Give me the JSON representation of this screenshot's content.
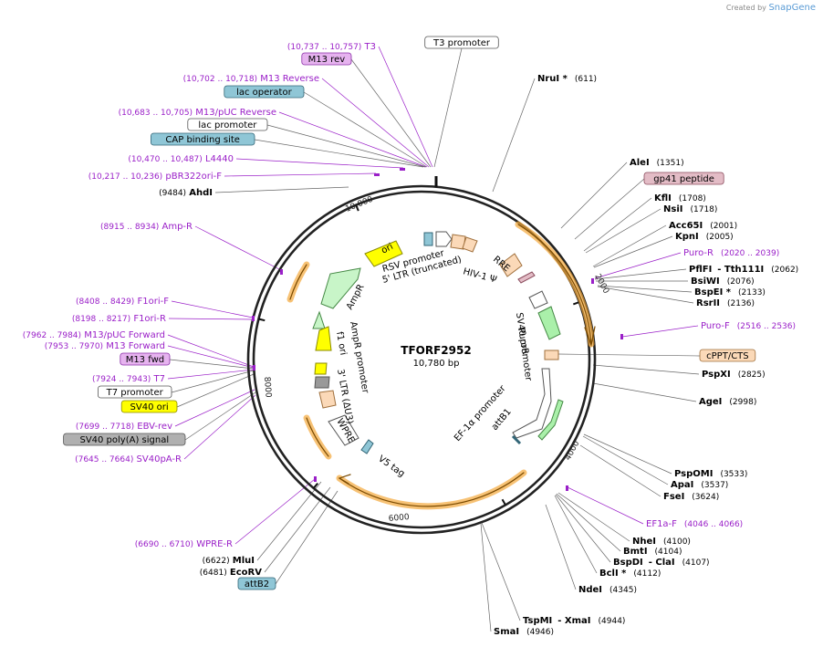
{
  "credit": {
    "prefix": "Created by",
    "brand": "SnapGene"
  },
  "plasmid": {
    "name": "TFORF2952",
    "size_label": "10,780 bp",
    "length": 10780
  },
  "ruler": [
    {
      "pos": 2000,
      "label": "2000"
    },
    {
      "pos": 4000,
      "label": "4000"
    },
    {
      "pos": 6000,
      "label": "6000"
    },
    {
      "pos": 8000,
      "label": "8000"
    },
    {
      "pos": 10000,
      "label": "10,000"
    }
  ],
  "site_labels": [
    {
      "id": "t3-primer",
      "pre": "(10,737 .. 10,757)",
      "name": "T3",
      "kind": "primer"
    },
    {
      "id": "m13rev",
      "name": "M13 rev",
      "kind": "box",
      "fill": "#e6b3ef",
      "stroke": "#8a2fa8"
    },
    {
      "id": "m13reverse",
      "pre": "(10,702 .. 10,718)",
      "name": "M13 Reverse",
      "kind": "primer"
    },
    {
      "id": "lacop",
      "name": "lac operator",
      "kind": "box",
      "fill": "#8fc6d6",
      "stroke": "#336677"
    },
    {
      "id": "m13puc-rev",
      "pre": "(10,683 .. 10,705)",
      "name": "M13/pUC Reverse",
      "kind": "primer"
    },
    {
      "id": "lacprom",
      "name": "lac promoter",
      "kind": "box",
      "fill": "#ffffff",
      "stroke": "#555555"
    },
    {
      "id": "cap",
      "name": "CAP binding site",
      "kind": "box",
      "fill": "#8fc6d6",
      "stroke": "#336677"
    },
    {
      "id": "l4440",
      "pre": "(10,470 .. 10,487)",
      "name": "L4440",
      "kind": "primer"
    },
    {
      "id": "pbr",
      "pre": "(10,217 .. 10,236)",
      "name": "pBR322ori-F",
      "kind": "primer"
    },
    {
      "id": "ahdi",
      "pre": "(9484)",
      "name": "AhdI",
      "kind": "enzyme"
    },
    {
      "id": "ampr-primer",
      "pre": "(8915 .. 8934)",
      "name": "Amp-R",
      "kind": "primer"
    },
    {
      "id": "f1ori-f",
      "pre": "(8408 .. 8429)",
      "name": "F1ori-F",
      "kind": "primer"
    },
    {
      "id": "f1ori-r",
      "pre": "(8198 .. 8217)",
      "name": "F1ori-R",
      "kind": "primer"
    },
    {
      "id": "m13puc-fwd",
      "pre": "(7962 .. 7984)",
      "name": "M13/pUC Forward",
      "kind": "primer"
    },
    {
      "id": "m13forward",
      "pre": "(7953 .. 7970)",
      "name": "M13 Forward",
      "kind": "primer"
    },
    {
      "id": "m13fwd",
      "name": "M13 fwd",
      "kind": "box",
      "fill": "#e6b3ef",
      "stroke": "#8a2fa8"
    },
    {
      "id": "t7",
      "pre": "(7924 .. 7943)",
      "name": "T7",
      "kind": "primer"
    },
    {
      "id": "t7prom",
      "name": "T7 promoter",
      "kind": "box",
      "fill": "#ffffff",
      "stroke": "#555555"
    },
    {
      "id": "sv40ori",
      "name": "SV40 ori",
      "kind": "box",
      "fill": "#ffff00",
      "stroke": "#8a8a00"
    },
    {
      "id": "ebvrev",
      "pre": "(7699 .. 7718)",
      "name": "EBV-rev",
      "kind": "primer"
    },
    {
      "id": "sv40pa",
      "name": "SV40 poly(A) signal",
      "kind": "box",
      "fill": "#b0b0b0",
      "stroke": "#555555"
    },
    {
      "id": "sv40par",
      "pre": "(7645 .. 7664)",
      "name": "SV40pA-R",
      "kind": "primer"
    },
    {
      "id": "wprer",
      "pre": "(6690 .. 6710)",
      "name": "WPRE-R",
      "kind": "primer"
    },
    {
      "id": "mlui",
      "pre": "(6622)",
      "name": "MluI",
      "kind": "enzyme"
    },
    {
      "id": "ecorv",
      "pre": "(6481)",
      "name": "EcoRV",
      "kind": "enzyme"
    },
    {
      "id": "attb2",
      "name": "attB2",
      "kind": "box",
      "fill": "#8fc6d6",
      "stroke": "#336677"
    },
    {
      "id": "t3prom",
      "name": "T3 promoter",
      "kind": "box",
      "fill": "#ffffff",
      "stroke": "#555555"
    },
    {
      "id": "nrui",
      "name": "NruI *",
      "post": "(611)",
      "kind": "enzyme"
    },
    {
      "id": "alei",
      "name": "AleI",
      "post": "(1351)",
      "kind": "enzyme"
    },
    {
      "id": "gp41",
      "name": "gp41 peptide",
      "kind": "box",
      "fill": "#e3bcc6",
      "stroke": "#8a4b5c"
    },
    {
      "id": "kfli",
      "name": "KflI",
      "post": "(1708)",
      "kind": "enzyme"
    },
    {
      "id": "nsii",
      "name": "NsiI",
      "post": "(1718)",
      "kind": "enzyme"
    },
    {
      "id": "acc65i",
      "name": "Acc65I",
      "post": "(2001)",
      "kind": "enzyme"
    },
    {
      "id": "kpni",
      "name": "KpnI",
      "post": "(2005)",
      "kind": "enzyme"
    },
    {
      "id": "puror",
      "name": "Puro-R",
      "post": "(2020 .. 2039)",
      "kind": "primer"
    },
    {
      "id": "pflfi",
      "name": "PflFI",
      "mid": "- Tth111I",
      "post": "(2062)",
      "kind": "enzyme"
    },
    {
      "id": "bsiwi",
      "name": "BsiWI",
      "post": "(2076)",
      "kind": "enzyme"
    },
    {
      "id": "bspei",
      "name": "BspEI *",
      "post": "(2133)",
      "kind": "enzyme"
    },
    {
      "id": "rsrii",
      "name": "RsrII",
      "post": "(2136)",
      "kind": "enzyme"
    },
    {
      "id": "purof",
      "name": "Puro-F",
      "post": "(2516 .. 2536)",
      "kind": "primer"
    },
    {
      "id": "cppt",
      "name": "cPPT/CTS",
      "kind": "box",
      "fill": "#fbd9b8",
      "stroke": "#a0703d"
    },
    {
      "id": "pspxi",
      "name": "PspXI",
      "post": "(2825)",
      "kind": "enzyme"
    },
    {
      "id": "agei",
      "name": "AgeI",
      "post": "(2998)",
      "kind": "enzyme"
    },
    {
      "id": "pspomi",
      "name": "PspOMI",
      "post": "(3533)",
      "kind": "enzyme"
    },
    {
      "id": "apai",
      "name": "ApaI",
      "post": "(3537)",
      "kind": "enzyme"
    },
    {
      "id": "fsei",
      "name": "FseI",
      "post": "(3624)",
      "kind": "enzyme"
    },
    {
      "id": "ef1af",
      "name": "EF1a-F",
      "post": "(4046 .. 4066)",
      "kind": "primer"
    },
    {
      "id": "nhei",
      "name": "NheI",
      "post": "(4100)",
      "kind": "enzyme"
    },
    {
      "id": "bmti",
      "name": "BmtI",
      "post": "(4104)",
      "kind": "enzyme"
    },
    {
      "id": "bspdi",
      "name": "BspDI",
      "mid": "- ClaI",
      "post": "(4107)",
      "kind": "enzyme"
    },
    {
      "id": "bcli",
      "name": "BclI *",
      "post": "(4112)",
      "kind": "enzyme"
    },
    {
      "id": "ndei",
      "name": "NdeI",
      "post": "(4345)",
      "kind": "enzyme"
    },
    {
      "id": "tspmi",
      "name": "TspMI",
      "mid": "- XmaI",
      "post": "(4944)",
      "kind": "enzyme"
    },
    {
      "id": "smai",
      "name": "SmaI",
      "post": "(4946)",
      "kind": "enzyme"
    }
  ],
  "inner_labels": [
    {
      "id": "ori",
      "text": "ori"
    },
    {
      "id": "rsv",
      "text": "RSV promoter"
    },
    {
      "id": "ltr5",
      "text": "5' LTR (truncated)"
    },
    {
      "id": "hiv1",
      "text": "HIV-1 Ψ"
    },
    {
      "id": "rre",
      "text": "RRE"
    },
    {
      "id": "ampr",
      "text": "AmpR"
    },
    {
      "id": "puror",
      "text": "PuroR"
    },
    {
      "id": "sv40prom",
      "text": "SV40 promoter"
    },
    {
      "id": "amprprom",
      "text": "AmpR promoter"
    },
    {
      "id": "f1ori",
      "text": "f1 ori"
    },
    {
      "id": "ltr3",
      "text": "3' LTR (ΔU3)"
    },
    {
      "id": "wpre",
      "text": "WPRE"
    },
    {
      "id": "v5",
      "text": "V5 tag"
    },
    {
      "id": "ef1a",
      "text": "EF-1α promoter"
    },
    {
      "id": "attb1",
      "text": "attB1"
    }
  ],
  "colors": {
    "primer": "#9a1fc8",
    "enzyme": "#000000",
    "orf_orange": "#f3a83b",
    "ori_yellow": "#ffff00",
    "ampr_green": "#c8f5c8",
    "puro_green": "#aaf0aa",
    "leader_gray": "#666666"
  }
}
